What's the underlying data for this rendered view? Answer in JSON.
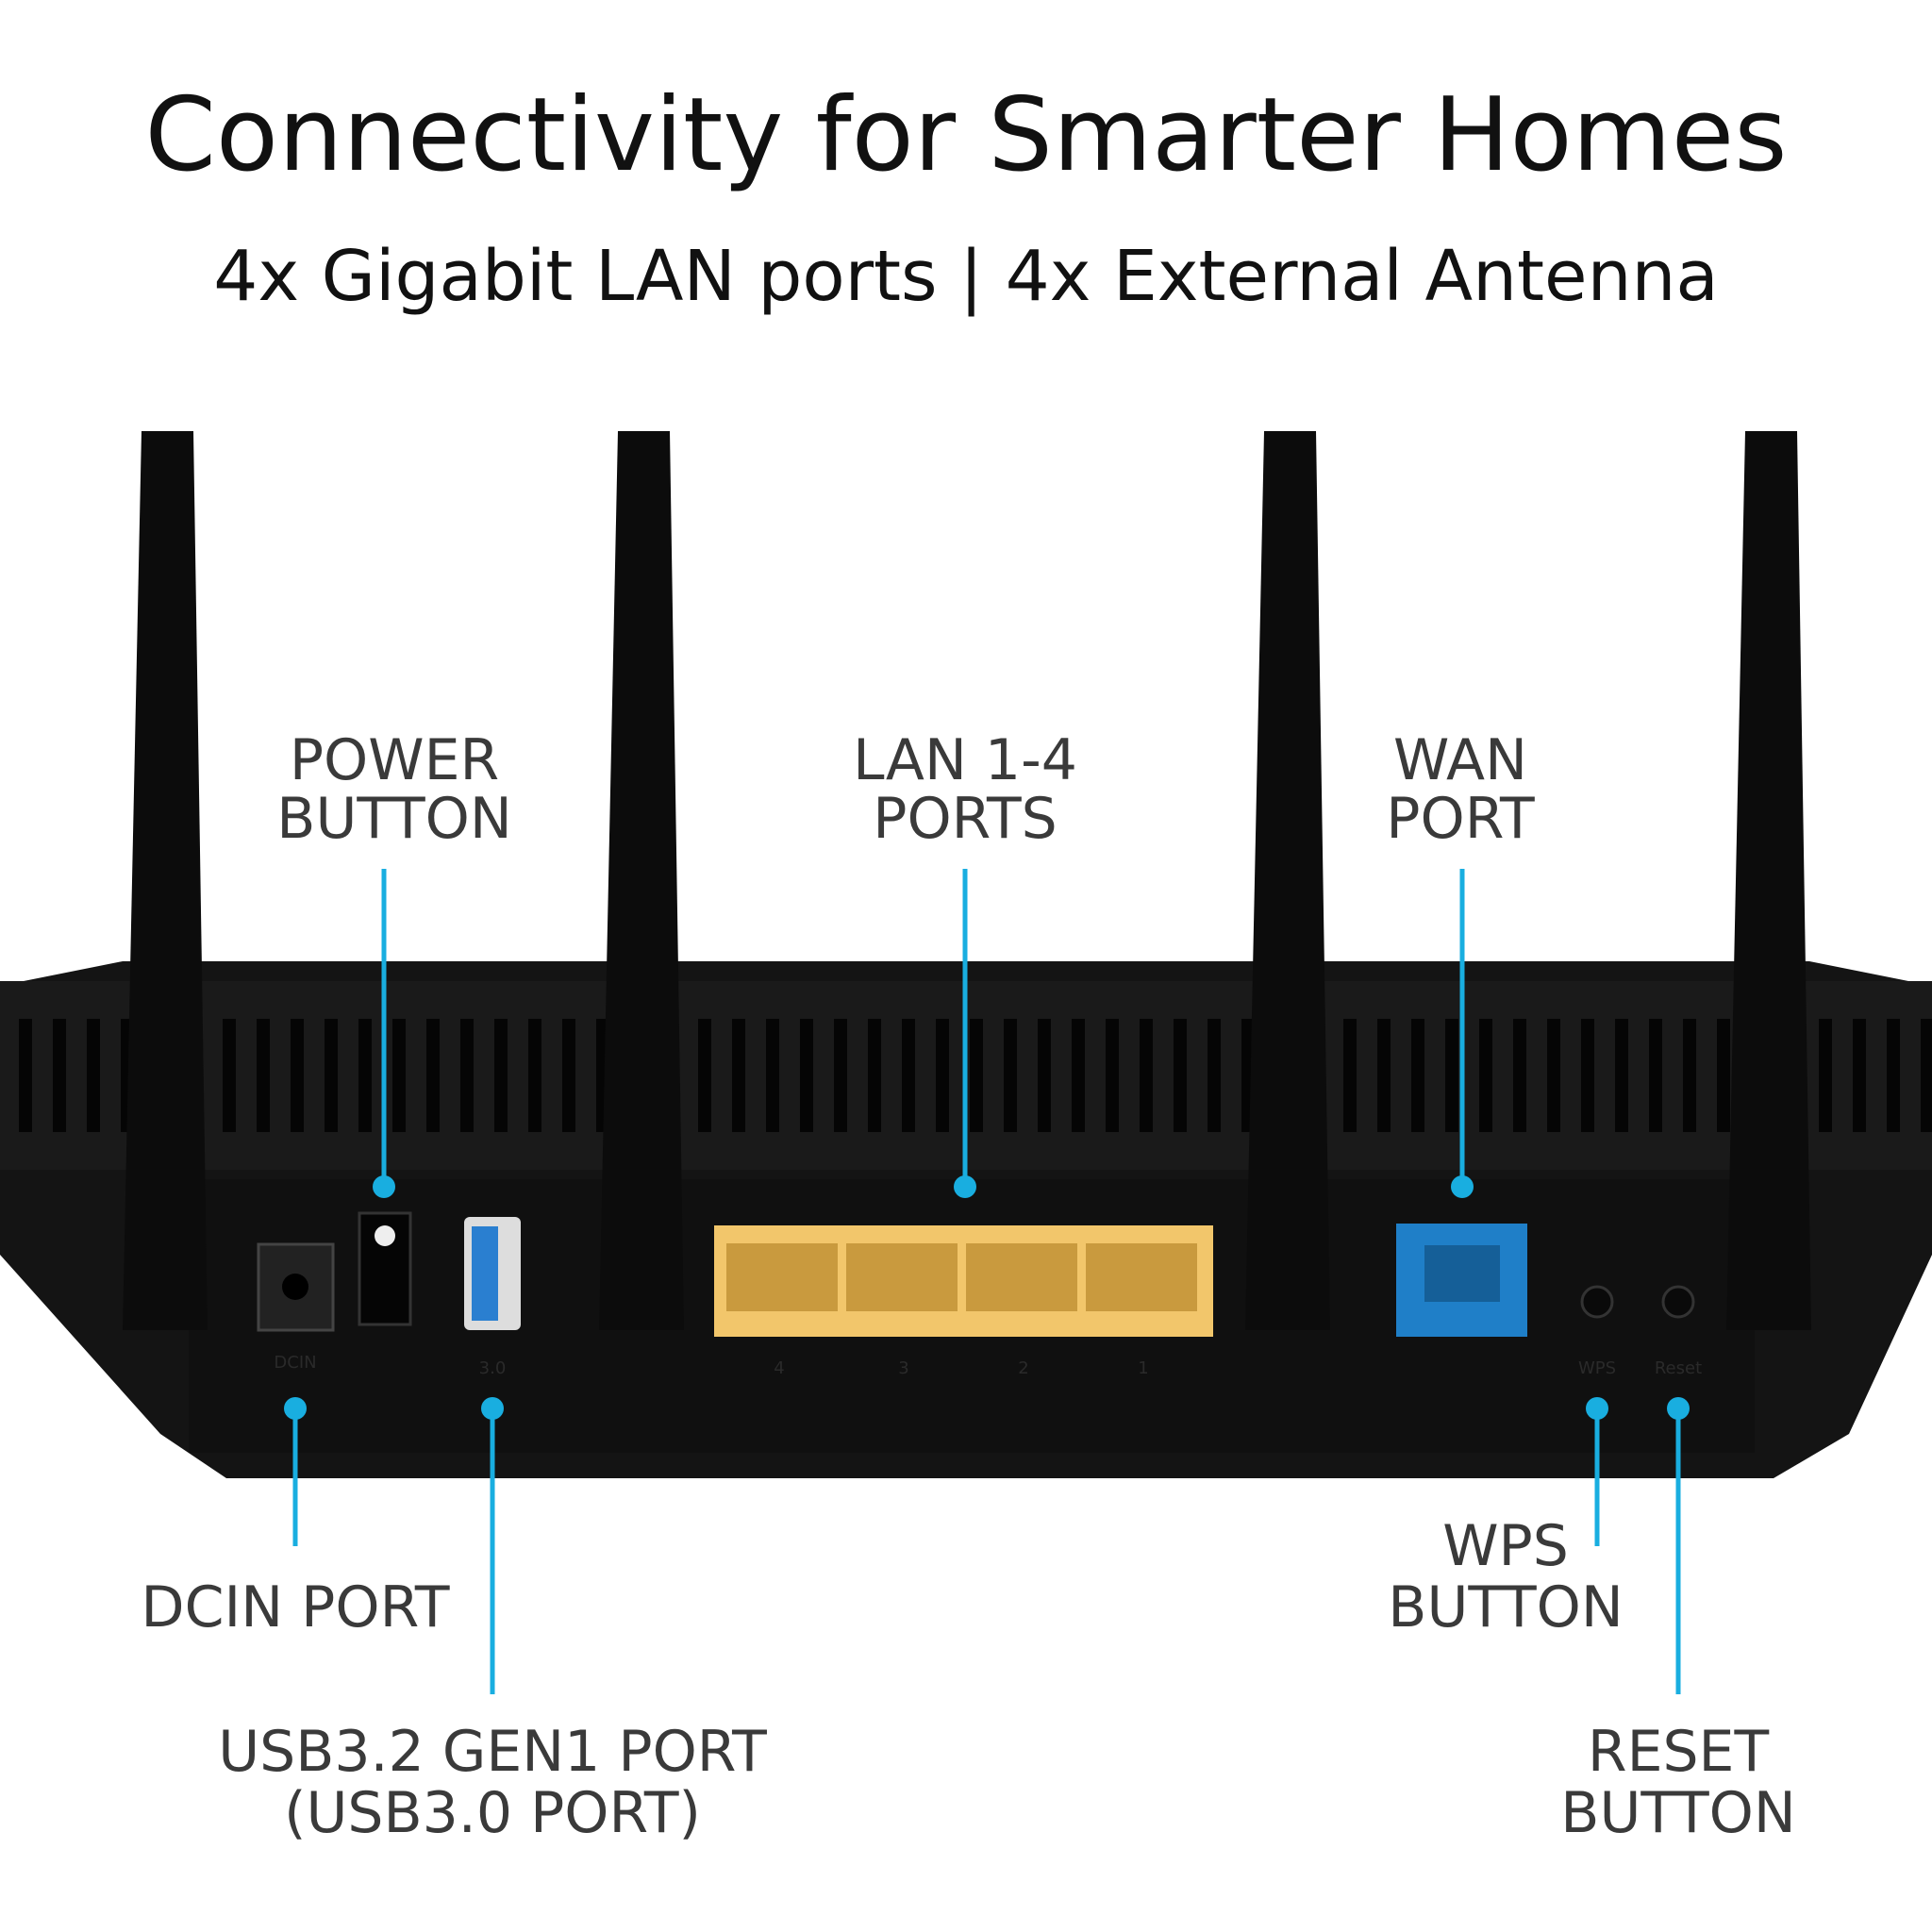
{
  "header": {
    "title": "Connectivity for Smarter Homes",
    "subtitle": "4x Gigabit LAN ports | 4x External Antenna"
  },
  "callouts": {
    "power": [
      "POWER",
      "BUTTON"
    ],
    "lan": [
      "LAN 1-4",
      "PORTS"
    ],
    "wan": [
      "WAN",
      "PORT"
    ],
    "dcin": "DCIN PORT",
    "usb": [
      "USB3.2 GEN1 PORT",
      "(USB3.0 PORT)"
    ],
    "wps": [
      "WPS",
      "BUTTON"
    ],
    "reset": [
      "RESET",
      "BUTTON"
    ]
  },
  "port_labels": {
    "dcin": "DCIN",
    "usb": "3.0",
    "lan": [
      "4",
      "3",
      "2",
      "1"
    ],
    "wps": "WPS",
    "reset": "Reset"
  },
  "colors": {
    "callout": "#19aee0",
    "lan_ports": "#f2c66b",
    "wan_port": "#1f7fc8",
    "body": "#111111"
  }
}
